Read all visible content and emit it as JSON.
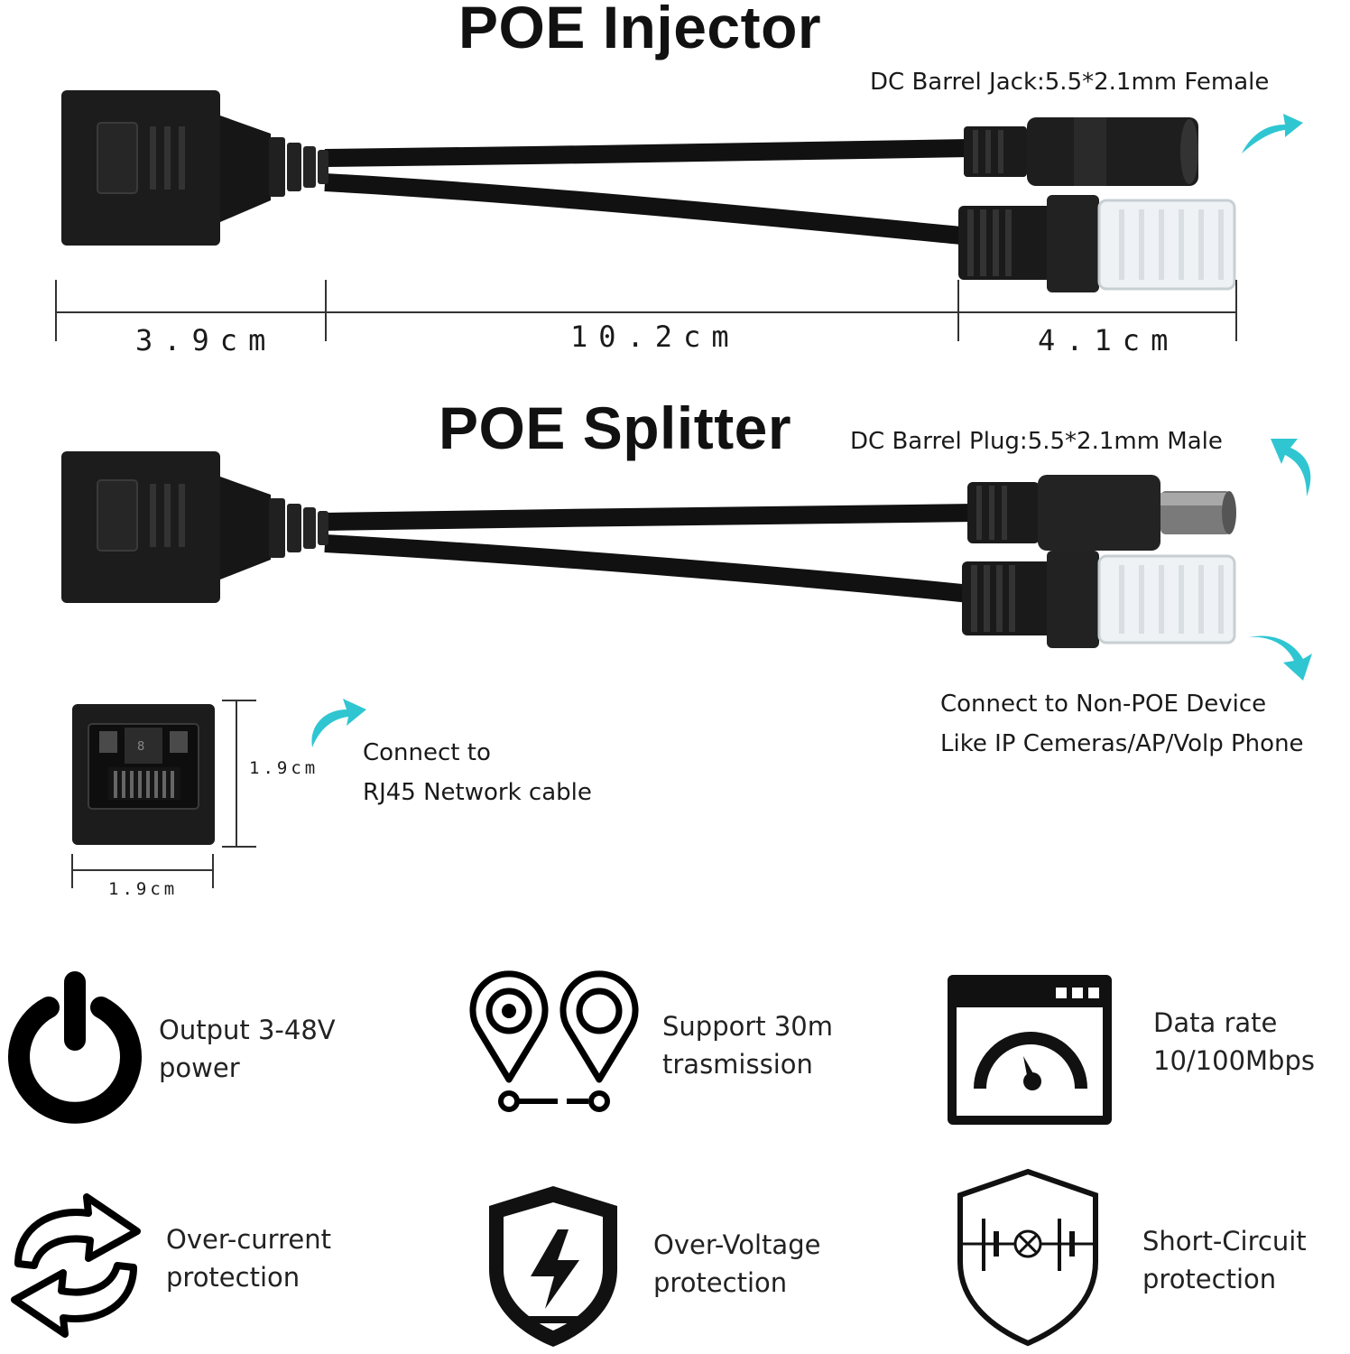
{
  "injector": {
    "title": "POE Injector",
    "dc_label": "DC Barrel Jack:5.5*2.1mm Female",
    "dimensions": [
      "3.9cm",
      "10.2cm",
      "4.1cm"
    ]
  },
  "splitter": {
    "title": "POE Splitter",
    "dc_label": "DC Barrel Plug:5.5*2.1mm Male",
    "device_label": [
      "Connect to Non-POE  Device",
      "Like IP Cemeras/AP/Volp Phone"
    ]
  },
  "rj45": {
    "pin_label": "8",
    "width": "1.9cm",
    "height": "1.9cm",
    "connect_label": [
      "Connect to",
      "RJ45 Network cable"
    ]
  },
  "features": [
    {
      "icon": "power-icon",
      "lines": [
        "Output 3-48V",
        "power"
      ]
    },
    {
      "icon": "location-pins-icon",
      "lines": [
        "Support 30m",
        "trasmission"
      ]
    },
    {
      "icon": "speedometer-window-icon",
      "lines": [
        "Data rate",
        "10/100Mbps"
      ]
    },
    {
      "icon": "refresh-arrows-icon",
      "lines": [
        "Over-current",
        "protection"
      ]
    },
    {
      "icon": "shield-bolt-icon",
      "lines": [
        "Over-Voltage",
        "protection"
      ]
    },
    {
      "icon": "shield-circuit-icon",
      "lines": [
        "Short-Circuit",
        "protection"
      ]
    }
  ],
  "colors": {
    "arrow": "#2fc6d2",
    "cable": "#111111",
    "text": "#1a1a1a"
  }
}
